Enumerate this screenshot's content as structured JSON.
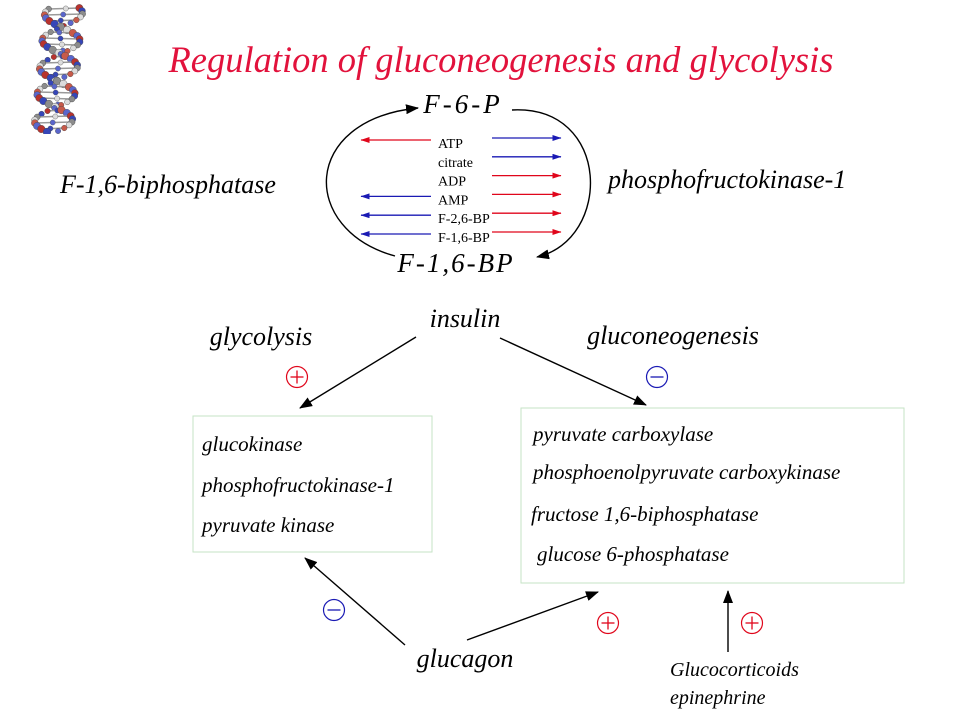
{
  "title": "Regulation of gluconeogenesis and glycolysis",
  "colors": {
    "title": "#e2123c",
    "red": "#e0061b",
    "blue": "#1a1ab4",
    "box_border": "#c6e3c6",
    "text": "#000000"
  },
  "icons": {
    "plus": "plus-circle-icon",
    "minus": "minus-circle-icon",
    "decoration": "dna-helix-image"
  },
  "cycle": {
    "top_metabolite": "F-6-P",
    "bottom_metabolite": "F-1,6-BP",
    "left_enzyme": "F-1,6-biphosphatase",
    "right_enzyme": "phosphofructokinase-1",
    "effectors": [
      {
        "label": "ATP",
        "left_arrow": "red",
        "right_arrow": "blue"
      },
      {
        "label": "citrate",
        "left_arrow": "none",
        "right_arrow": "blue"
      },
      {
        "label": "ADP",
        "left_arrow": "none",
        "right_arrow": "red"
      },
      {
        "label": "AMP",
        "left_arrow": "blue",
        "right_arrow": "red"
      },
      {
        "label": "F-2,6-BP",
        "left_arrow": "blue",
        "right_arrow": "red"
      },
      {
        "label": "F-1,6-BP",
        "left_arrow": "blue",
        "right_arrow": "red"
      }
    ]
  },
  "hormonal": {
    "insulin": "insulin",
    "glucagon": "glucagon",
    "glucocorticoids": "Glucocorticoids",
    "epinephrine": "epinephrine",
    "glycolysis_heading": "glycolysis",
    "gluconeogenesis_heading": "gluconeogenesis",
    "glycolysis_enzymes": [
      "glucokinase",
      "phosphofructokinase-1",
      "pyruvate kinase"
    ],
    "gluconeogenesis_enzymes": [
      "pyruvate carboxylase",
      "phosphoenolpyruvate carboxykinase",
      "fructose 1,6-biphosphatase",
      "glucose 6-phosphatase"
    ],
    "effects": {
      "insulin_glycolysis": "plus",
      "insulin_gluconeogenesis": "minus",
      "glucagon_glycolysis": "minus",
      "glucagon_gluconeogenesis": "plus",
      "glucocorticoids_gluconeogenesis": "plus"
    }
  }
}
